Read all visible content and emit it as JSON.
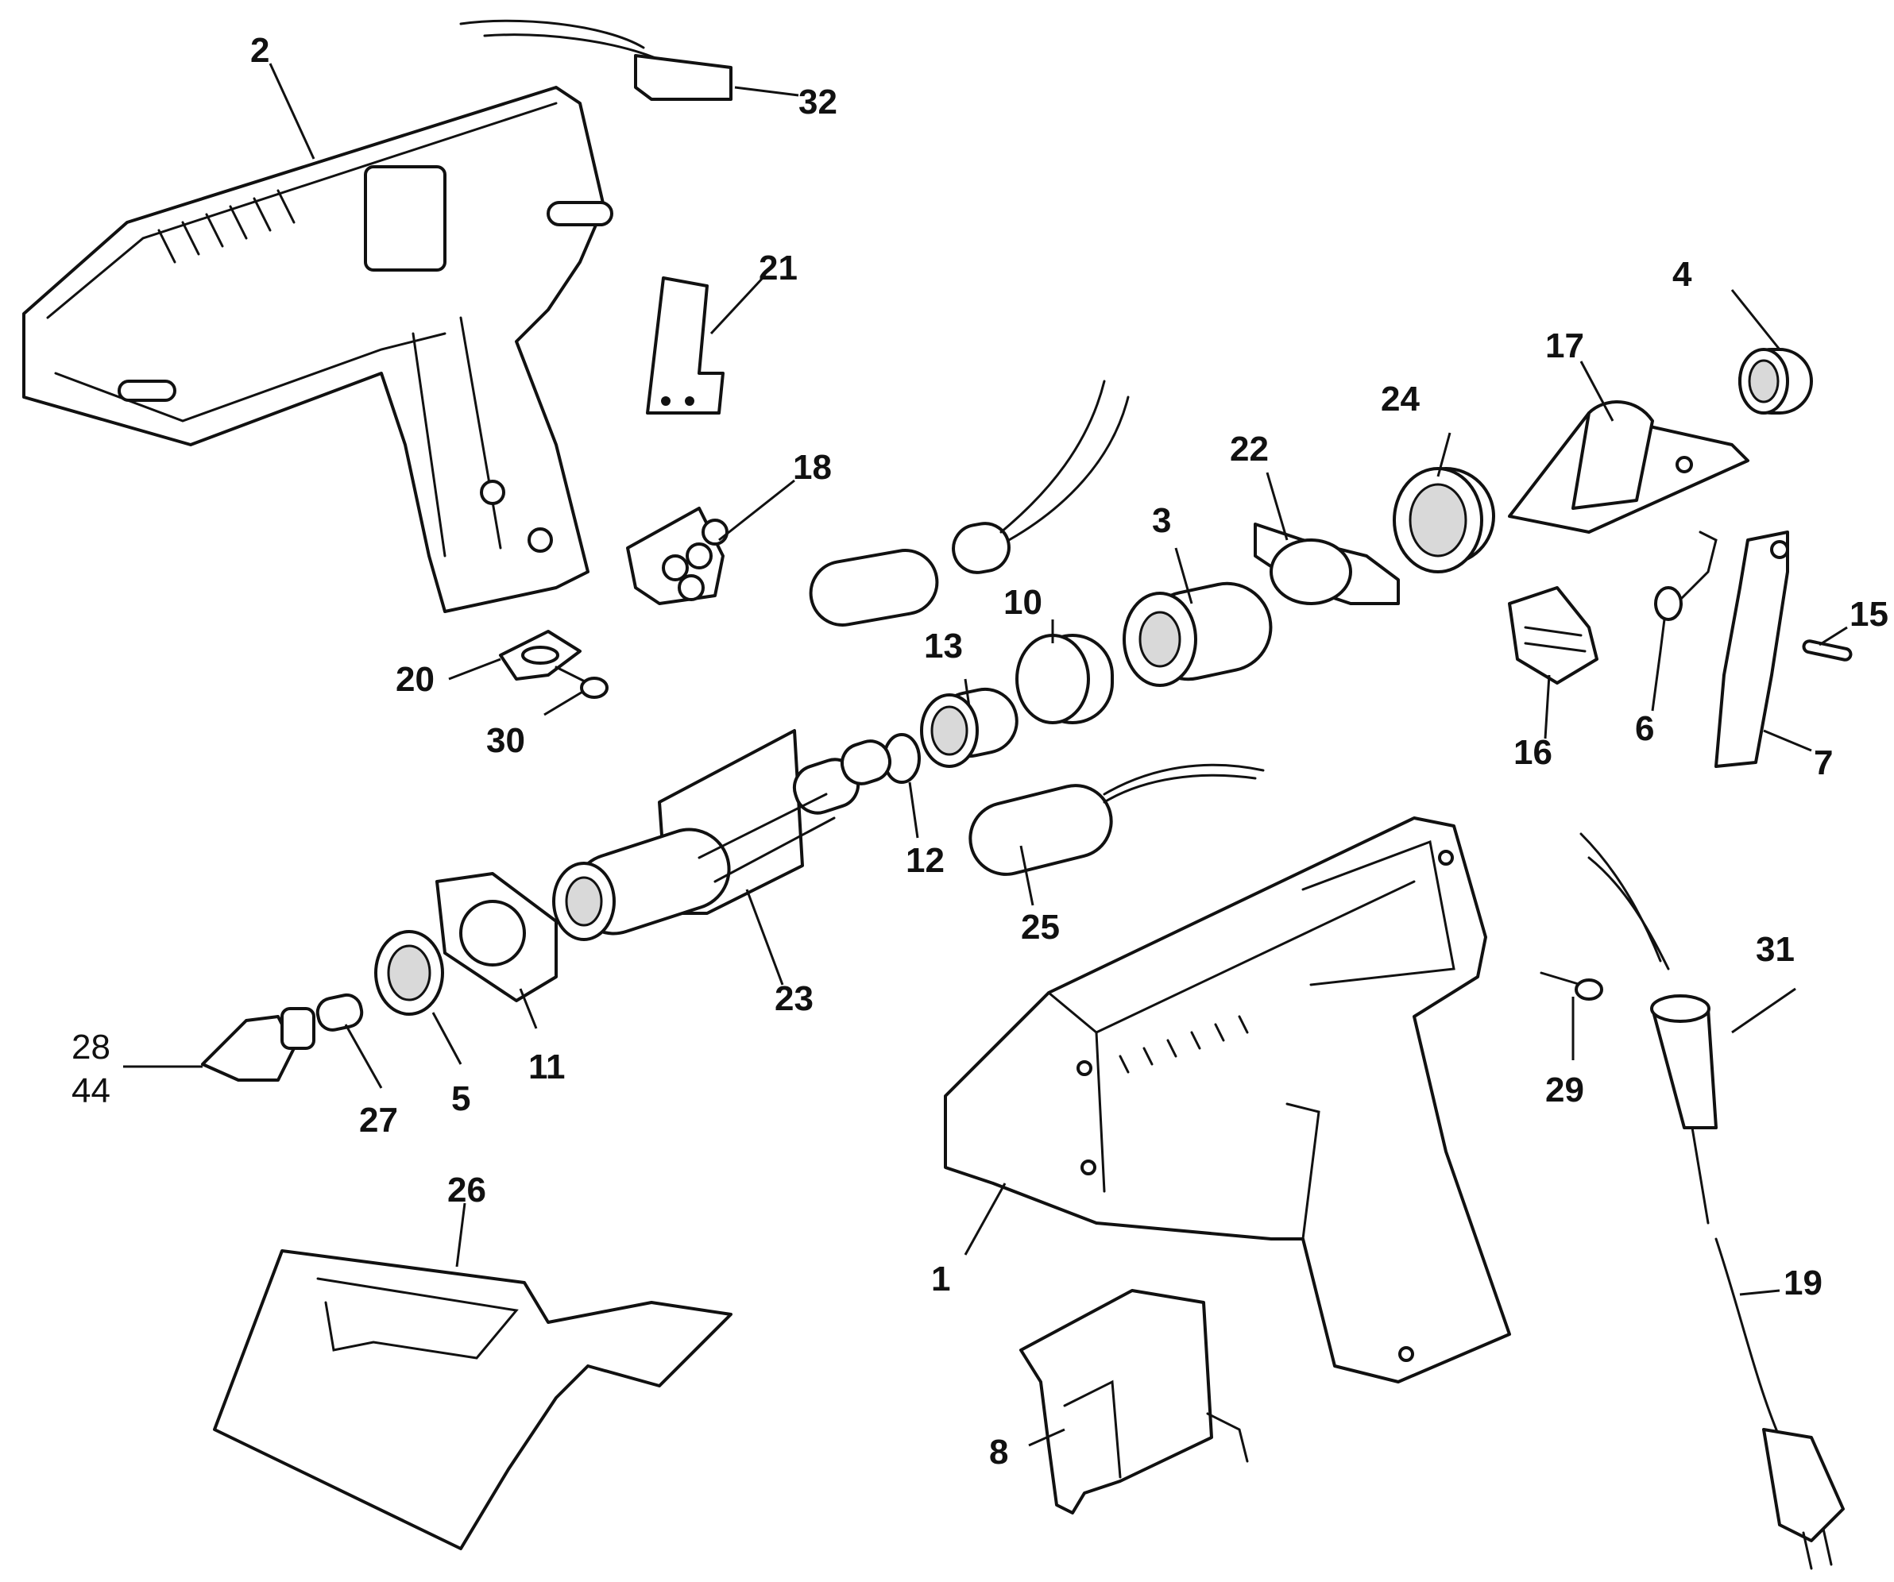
{
  "diagram": {
    "callouts": [
      {
        "id": "1",
        "text": "1"
      },
      {
        "id": "2",
        "text": "2"
      },
      {
        "id": "3",
        "text": "3"
      },
      {
        "id": "4",
        "text": "4"
      },
      {
        "id": "5",
        "text": "5"
      },
      {
        "id": "6",
        "text": "6"
      },
      {
        "id": "7",
        "text": "7"
      },
      {
        "id": "8",
        "text": "8"
      },
      {
        "id": "10",
        "text": "10"
      },
      {
        "id": "11",
        "text": "11"
      },
      {
        "id": "12",
        "text": "12"
      },
      {
        "id": "13",
        "text": "13"
      },
      {
        "id": "15",
        "text": "15"
      },
      {
        "id": "16",
        "text": "16"
      },
      {
        "id": "17",
        "text": "17"
      },
      {
        "id": "18",
        "text": "18"
      },
      {
        "id": "19",
        "text": "19"
      },
      {
        "id": "20",
        "text": "20"
      },
      {
        "id": "21",
        "text": "21"
      },
      {
        "id": "22",
        "text": "22"
      },
      {
        "id": "23",
        "text": "23"
      },
      {
        "id": "24",
        "text": "24"
      },
      {
        "id": "25",
        "text": "25"
      },
      {
        "id": "26",
        "text": "26"
      },
      {
        "id": "27",
        "text": "27"
      },
      {
        "id": "28",
        "text": "28"
      },
      {
        "id": "44",
        "text": "44"
      },
      {
        "id": "29",
        "text": "29"
      },
      {
        "id": "30",
        "text": "30"
      },
      {
        "id": "31",
        "text": "31"
      },
      {
        "id": "32",
        "text": "32"
      }
    ]
  }
}
